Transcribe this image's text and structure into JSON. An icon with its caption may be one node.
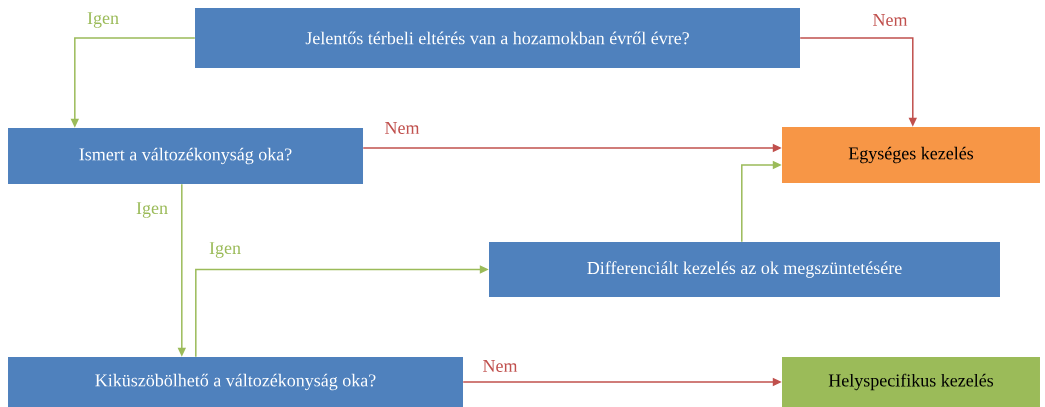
{
  "diagram": {
    "nodes": [
      {
        "text": [
          "Jelentős térbeli eltérés van a hozamokban évről évre?"
        ]
      },
      {
        "text": [
          "Egységes kezelés"
        ]
      },
      {
        "text": [
          "Ismert a változékonyság oka?"
        ]
      },
      {
        "text": [
          "Differenciált kezelés az ok megszüntetésére"
        ]
      },
      {
        "text": [
          "Kiküszöbölhető a változékonyság oka?"
        ]
      },
      {
        "text": [
          "Helyspecifikus kezelés"
        ]
      }
    ],
    "edges": [
      {
        "from": 0,
        "to": 2,
        "arrow": "to",
        "label": "Igen"
      },
      {
        "from": 0,
        "to": 1,
        "arrow": "to",
        "label": "Nem",
        "color": "#c0504d"
      },
      {
        "from": 2,
        "to": 1,
        "arrow": "to",
        "label": "Nem",
        "color": "#c0504d"
      },
      {
        "from": 2,
        "to": 4,
        "arrow": "to",
        "label": "Igen"
      },
      {
        "from": 4,
        "to": 3,
        "arrow": "to",
        "label": "Igen"
      },
      {
        "from": 3,
        "to": 1,
        "arrow": "to"
      },
      {
        "from": 4,
        "to": 5,
        "arrow": "to",
        "label": "Nem",
        "color": "#c0504d"
      }
    ]
  }
}
